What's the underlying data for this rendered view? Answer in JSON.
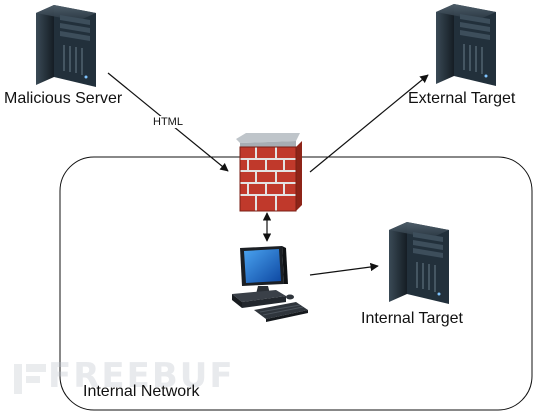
{
  "nodes": {
    "malicious_server": {
      "label": "Malicious Server",
      "icon": "server-tower-icon"
    },
    "external_target": {
      "label": "External Target",
      "icon": "server-tower-icon"
    },
    "firewall": {
      "label": "",
      "icon": "brick-firewall-icon"
    },
    "workstation": {
      "label": "",
      "icon": "desktop-computer-icon"
    },
    "internal_target": {
      "label": "Internal Target",
      "icon": "server-tower-icon"
    }
  },
  "edges": {
    "malicious_to_firewall": {
      "label": "HTML",
      "direction": "one-way"
    },
    "firewall_to_external": {
      "label": "",
      "direction": "one-way"
    },
    "firewall_workstation": {
      "label": "",
      "direction": "two-way"
    },
    "workstation_to_internal": {
      "label": "",
      "direction": "one-way"
    }
  },
  "regions": {
    "internal_network": {
      "label": "Internal Network"
    }
  },
  "watermark": {
    "text": "FREEBUF",
    "logo": true
  },
  "colors": {
    "line": "#111111",
    "server_body": "#1f2a33",
    "server_front": "#2c3b47",
    "brick": "#c0392b",
    "mortar": "#d9d9d9",
    "monitor_screen": "#1565c0"
  }
}
